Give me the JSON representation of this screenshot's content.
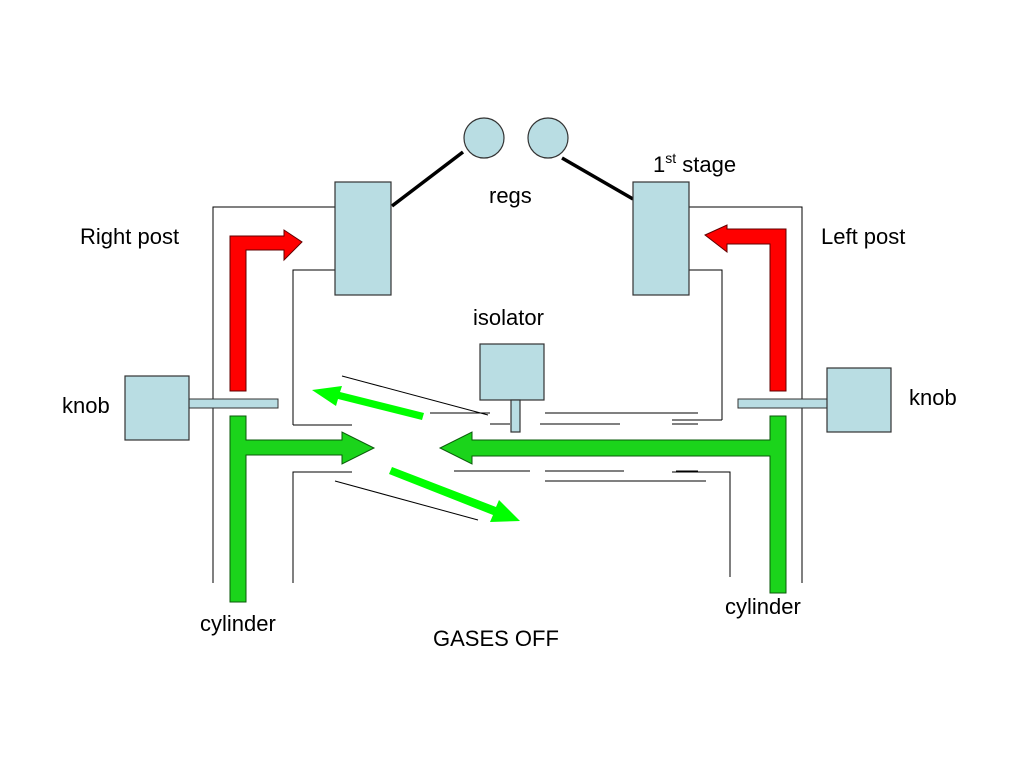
{
  "diagram": {
    "labels": {
      "stage_number": "1",
      "stage_suffix": "st",
      "stage_word": "stage",
      "regs": "regs",
      "right_post": "Right post",
      "left_post": "Left post",
      "isolator": "isolator",
      "knob_left": "knob",
      "knob_right": "knob",
      "cylinder_left": "cylinder",
      "cylinder_right": "cylinder",
      "status": "GASES OFF"
    },
    "colors": {
      "component_fill": "#b9dde3",
      "component_stroke": "#333333",
      "red_flow": "#ff0000",
      "green_flow": "#00ff00",
      "green_flow_dark": "#1bd41b",
      "pipe_line": "#000000"
    }
  }
}
